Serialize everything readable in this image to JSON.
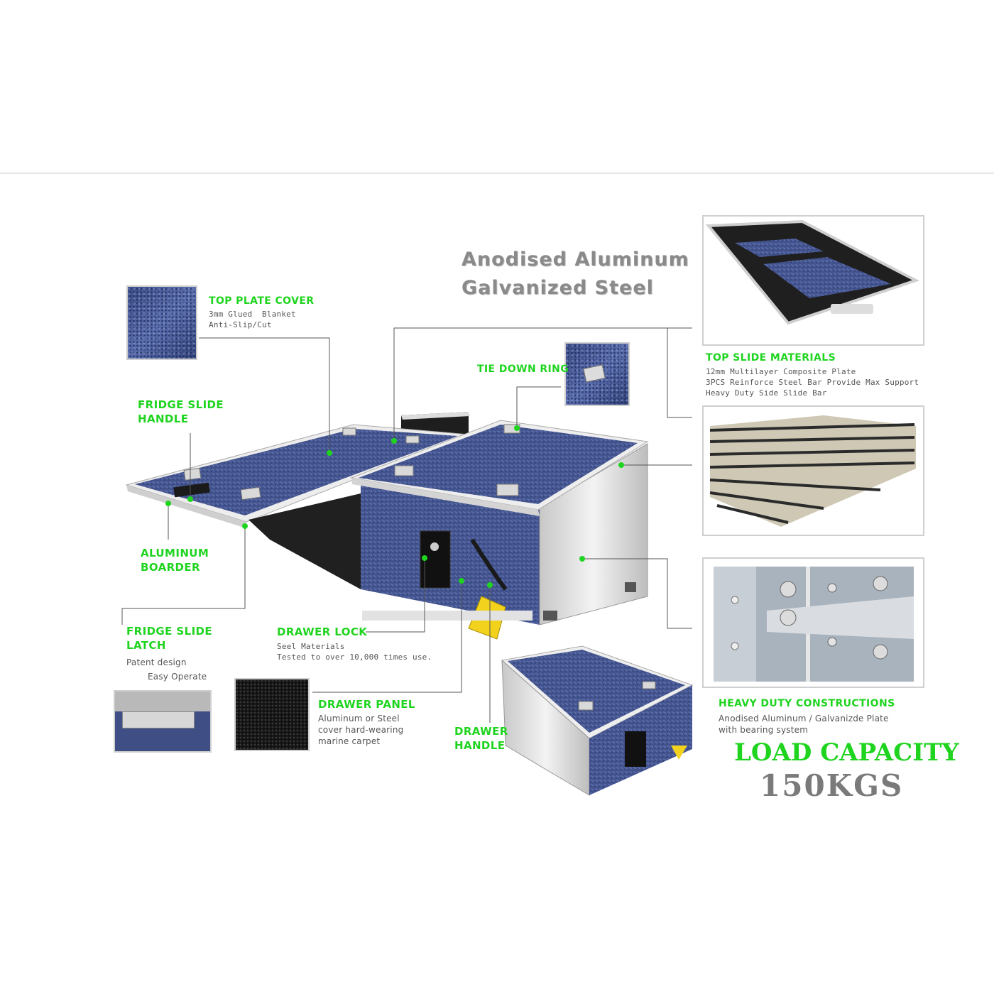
{
  "header": {
    "material_line_1": "Anodised Aluminum",
    "material_line_2": "Galvanized Steel"
  },
  "features": {
    "top_plate_cover": {
      "title": "TOP PLATE COVER",
      "desc": "3mm Glued  Blanket\nAnti-Slip/Cut"
    },
    "fridge_slide_handle": {
      "title_1": "FRIDGE SLIDE",
      "title_2": "HANDLE"
    },
    "tie_down_ring": {
      "title": "TIE DOWN RING"
    },
    "aluminum_boarder": {
      "title_1": "ALUMINUM",
      "title_2": "BOARDER"
    },
    "fridge_slide_latch": {
      "title_1": "FRIDGE SLIDE",
      "title_2": "LATCH",
      "desc_1": "Patent design",
      "desc_2": "Easy Operate"
    },
    "drawer_lock": {
      "title": "DRAWER LOCK",
      "desc": "Seel Materials\nTested to over 10,000 times use."
    },
    "drawer_panel": {
      "title": "DRAWER PANEL",
      "desc": "Aluminum or Steel\ncover hard-wearing\nmarine carpet"
    },
    "drawer_handle": {
      "title_1": "DRAWER",
      "title_2": "HANDLE"
    },
    "top_slide_materials": {
      "title": "TOP SLIDE MATERIALS",
      "desc": "12mm Multilayer Composite Plate\n3PCS Reinforce Steel Bar Provide Max Support\nHeavy Duty Side Slide Bar"
    },
    "heavy_duty_constructions": {
      "title": "HEAVY DUTY CONSTRUCTIONS",
      "desc": "Anodised Aluminum / Galvanizde Plate\nwith bearing system"
    }
  },
  "load_capacity": {
    "label": "LOAD CAPACITY",
    "value": "150KGS"
  },
  "colors": {
    "accent_green": "#1fd41f",
    "carpet_blue": "#45579a",
    "title_grey": "#8a8a8a"
  }
}
